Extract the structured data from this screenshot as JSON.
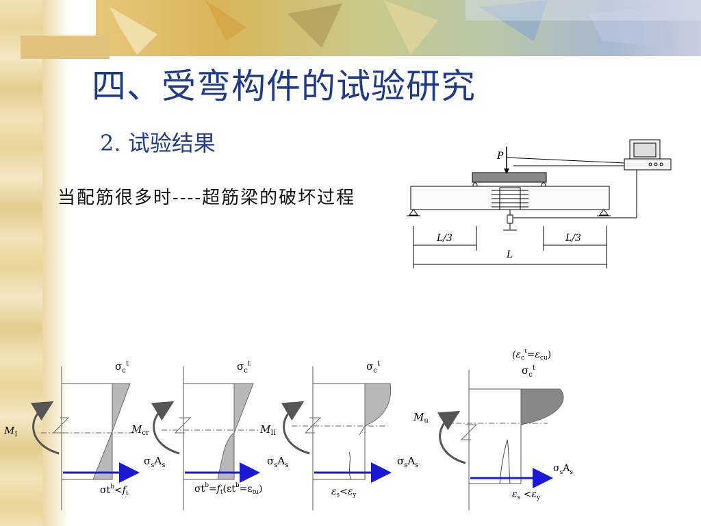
{
  "slide": {
    "title": "四、受弯构件的试验研究",
    "subtitle": "2.  试验结果",
    "description": "当配筋很多时----超筋梁的破坏过程"
  },
  "test_setup": {
    "load_label": "P",
    "span_left_label": "L/3",
    "span_right_label": "L/3",
    "span_total_label": "L"
  },
  "stages": [
    {
      "moment_label": "M",
      "moment_sub": "I",
      "sigma_top": "σ",
      "sigma_top_sub": "c",
      "sigma_top_sup": "t",
      "steel_force": "σ",
      "steel_sub1": "s",
      "steel_mid": "A",
      "steel_sub2": "s",
      "bottom_note": "σt",
      "bottom_sup": "b",
      "bottom_rest": "<f",
      "bottom_rest_sub": "t"
    },
    {
      "moment_label": "M",
      "moment_sub": "cr",
      "sigma_top": "σ",
      "sigma_top_sub": "c",
      "sigma_top_sup": "t",
      "steel_force": "σ",
      "steel_sub1": "s",
      "steel_mid": "A",
      "steel_sub2": "s",
      "bottom_note": "σt",
      "bottom_sup": "b",
      "bottom_rest": "=f",
      "bottom_rest_sub": "t",
      "bottom_extra": "(εt",
      "bottom_extra_sup": "b",
      "bottom_extra_rest": "=ε",
      "bottom_extra_sub": "tu",
      "bottom_close": ")"
    },
    {
      "moment_label": "M",
      "moment_sub": "II",
      "sigma_top": "σ",
      "sigma_top_sub": "c",
      "sigma_top_sup": "t",
      "steel_force": "σ",
      "steel_sub1": "s",
      "steel_mid": "A",
      "steel_sub2": "s",
      "bottom_note": "ε",
      "bottom_sub": "s",
      "bottom_rest": "<ε",
      "bottom_rest_sub": "y"
    },
    {
      "moment_label": "M",
      "moment_sub": "u",
      "top_note": "(ε",
      "top_note_sub": "c",
      "top_note_sup": "t",
      "top_note_rest": "=ε",
      "top_note_rest_sub": "cu",
      "top_note_close": ")",
      "sigma_top": "σ",
      "sigma_top_sub": "c",
      "sigma_top_sup": "t",
      "steel_force": "σ",
      "steel_sub1": "s",
      "steel_mid": "A",
      "steel_sub2": "s",
      "bottom_note": "ε",
      "bottom_sub": "s",
      "bottom_rest": " <ε",
      "bottom_rest_sub": "y"
    }
  ],
  "colors": {
    "title": "#1f3a8a",
    "steel_arrow": "#1a1ad6",
    "stress_fill": "#b8b8b8",
    "moment_arrow": "#555555"
  }
}
